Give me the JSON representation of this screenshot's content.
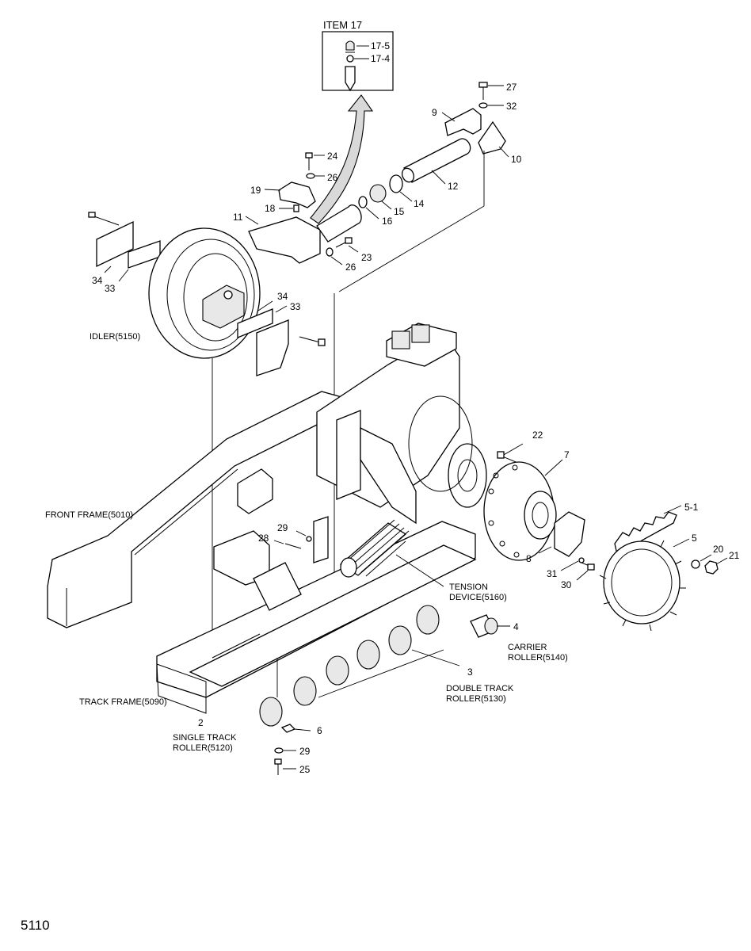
{
  "page_number": "5110",
  "item_box_title": "ITEM 17",
  "callouts": {
    "c17_5": "17-5",
    "c17_4": "17-4",
    "c27": "27",
    "c32": "32",
    "c9": "9",
    "c10": "10",
    "c24": "24",
    "c26a": "26",
    "c12": "12",
    "c19": "19",
    "c14": "14",
    "c15": "15",
    "c16": "16",
    "c18": "18",
    "c11": "11",
    "c23": "23",
    "c26b": "26",
    "c34a": "34",
    "c33a": "33",
    "c34b": "34",
    "c33b": "33",
    "c22": "22",
    "c7": "7",
    "c5_1": "5-1",
    "c5": "5",
    "c20": "20",
    "c21": "21",
    "c29a": "29",
    "c28": "28",
    "c8": "8",
    "c31": "31",
    "c30": "30",
    "c4": "4",
    "c3": "3",
    "c2": "2",
    "c6": "6",
    "c29b": "29",
    "c25": "25"
  },
  "labels": {
    "idler": "IDLER(5150)",
    "front_frame": "FRONT FRAME(5010)",
    "tension_1": "TENSION",
    "tension_2": "DEVICE(5160)",
    "carrier_1": "CARRIER",
    "carrier_2": "ROLLER(5140)",
    "double_1": "DOUBLE TRACK",
    "double_2": "ROLLER(5130)",
    "track_frame": "TRACK FRAME(5090)",
    "single_1": "SINGLE TRACK",
    "single_2": "ROLLER(5120)"
  }
}
